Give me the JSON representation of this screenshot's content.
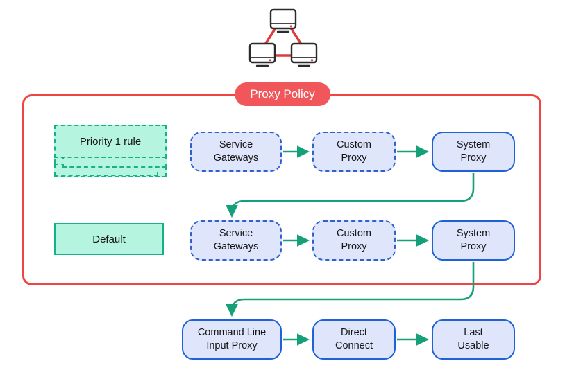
{
  "diagram": {
    "title": "Proxy Policy",
    "icon": "network-computers-icon",
    "colors": {
      "frame_red": "#ef4444",
      "pill_red": "#f1575a",
      "node_blue_border": "#1f62d8",
      "node_blue_dashed_border": "#2f5fd0",
      "node_blue_fill": "#dfe5fa",
      "rule_teal_border": "#14b18a",
      "rule_teal_fill": "#b5f5e0",
      "arrow_green": "#16a07a"
    },
    "policy": {
      "label": "Proxy Policy"
    },
    "rules": [
      {
        "id": "priority-1",
        "label": "Priority 1 rule",
        "style": "dashed-stack"
      },
      {
        "id": "default",
        "label": "Default",
        "style": "solid"
      }
    ],
    "rows": [
      {
        "id": "priority-1-row",
        "rule": "Priority 1 rule",
        "nodes": [
          {
            "id": "service-gateways-1",
            "label_line1": "Service",
            "label_line2": "Gateways",
            "border": "dashed"
          },
          {
            "id": "custom-proxy-1",
            "label_line1": "Custom",
            "label_line2": "Proxy",
            "border": "dashed"
          },
          {
            "id": "system-proxy-1",
            "label_line1": "System",
            "label_line2": "Proxy",
            "border": "solid"
          }
        ]
      },
      {
        "id": "default-row",
        "rule": "Default",
        "nodes": [
          {
            "id": "service-gateways-2",
            "label_line1": "Service",
            "label_line2": "Gateways",
            "border": "dashed"
          },
          {
            "id": "custom-proxy-2",
            "label_line1": "Custom",
            "label_line2": "Proxy",
            "border": "dashed"
          },
          {
            "id": "system-proxy-2",
            "label_line1": "System",
            "label_line2": "Proxy",
            "border": "solid"
          }
        ]
      },
      {
        "id": "fallback-row",
        "rule": "",
        "nodes": [
          {
            "id": "command-line-input-proxy",
            "label_line1": "Command Line",
            "label_line2": "Input Proxy",
            "border": "solid"
          },
          {
            "id": "direct-connect",
            "label_line1": "Direct",
            "label_line2": "Connect",
            "border": "solid"
          },
          {
            "id": "last-usable",
            "label_line1": "Last",
            "label_line2": "Usable",
            "border": "solid"
          }
        ]
      }
    ],
    "connections": [
      {
        "from": "service-gateways-1",
        "to": "custom-proxy-1",
        "kind": "straight"
      },
      {
        "from": "custom-proxy-1",
        "to": "system-proxy-1",
        "kind": "straight"
      },
      {
        "from": "system-proxy-1",
        "to": "service-gateways-2",
        "kind": "curved-fallthrough"
      },
      {
        "from": "service-gateways-2",
        "to": "custom-proxy-2",
        "kind": "straight"
      },
      {
        "from": "custom-proxy-2",
        "to": "system-proxy-2",
        "kind": "straight"
      },
      {
        "from": "system-proxy-2",
        "to": "command-line-input-proxy",
        "kind": "curved-fallthrough"
      },
      {
        "from": "command-line-input-proxy",
        "to": "direct-connect",
        "kind": "straight"
      },
      {
        "from": "direct-connect",
        "to": "last-usable",
        "kind": "straight"
      }
    ]
  }
}
